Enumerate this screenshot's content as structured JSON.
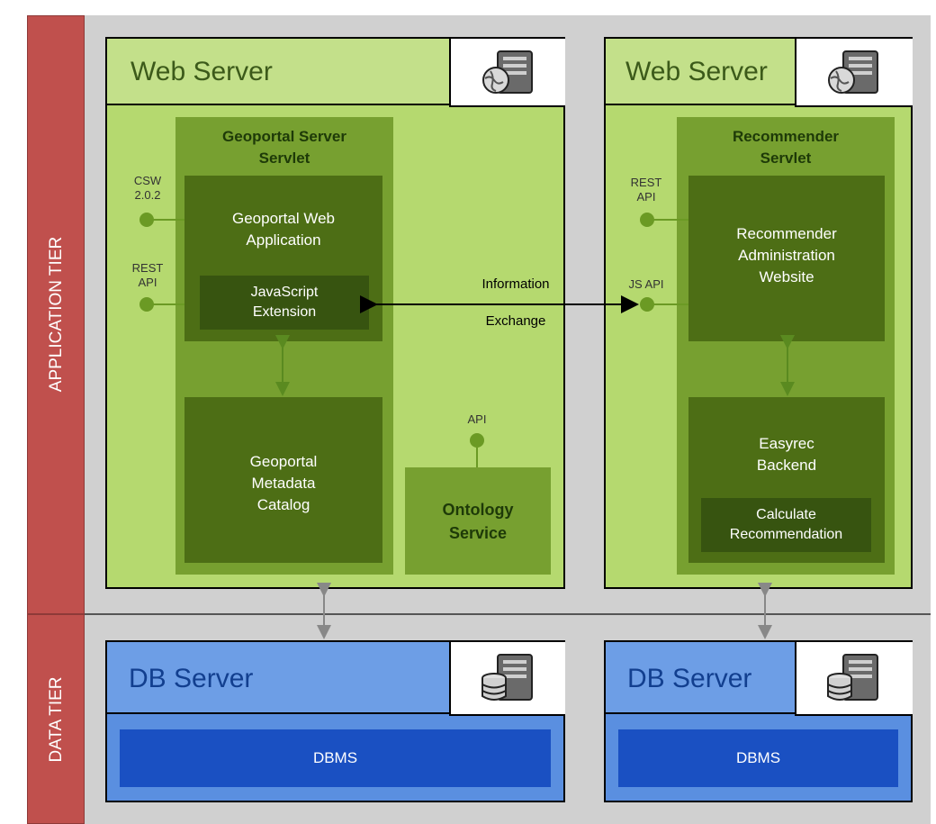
{
  "tiers": {
    "application": "APPLICATION TIER",
    "data": "DATA TIER"
  },
  "web_server_left": {
    "title": "Web Server",
    "icon": "server-globe-icon",
    "servlet": {
      "title_line1": "Geoportal Server",
      "title_line2": "Servlet",
      "web_app_line1": "Geoportal Web",
      "web_app_line2": "Application",
      "js_ext_line1": "JavaScript",
      "js_ext_line2": "Extension",
      "catalog_line1": "Geoportal",
      "catalog_line2": "Metadata",
      "catalog_line3": "Catalog"
    },
    "ports": {
      "csw_line1": "CSW",
      "csw_line2": "2.0.2",
      "rest_line1": "REST",
      "rest_line2": "API"
    },
    "ontology": {
      "port": "API",
      "line1": "Ontology",
      "line2": "Service"
    }
  },
  "web_server_right": {
    "title": "Web Server",
    "icon": "server-globe-icon",
    "servlet": {
      "title_line1": "Recommender",
      "title_line2": "Servlet",
      "admin_line1": "Recommender",
      "admin_line2": "Administration",
      "admin_line3": "Website",
      "backend_line1": "Easyrec",
      "backend_line2": "Backend",
      "calc_line1": "Calculate",
      "calc_line2": "Recommendation"
    },
    "ports": {
      "rest_line1": "REST",
      "rest_line2": "API",
      "js": "JS API"
    }
  },
  "exchange": {
    "line1": "Information",
    "line2": "Exchange"
  },
  "db_server_left": {
    "title": "DB Server",
    "icon": "server-database-icon",
    "dbms": "DBMS"
  },
  "db_server_right": {
    "title": "DB Server",
    "icon": "server-database-icon",
    "dbms": "DBMS"
  }
}
